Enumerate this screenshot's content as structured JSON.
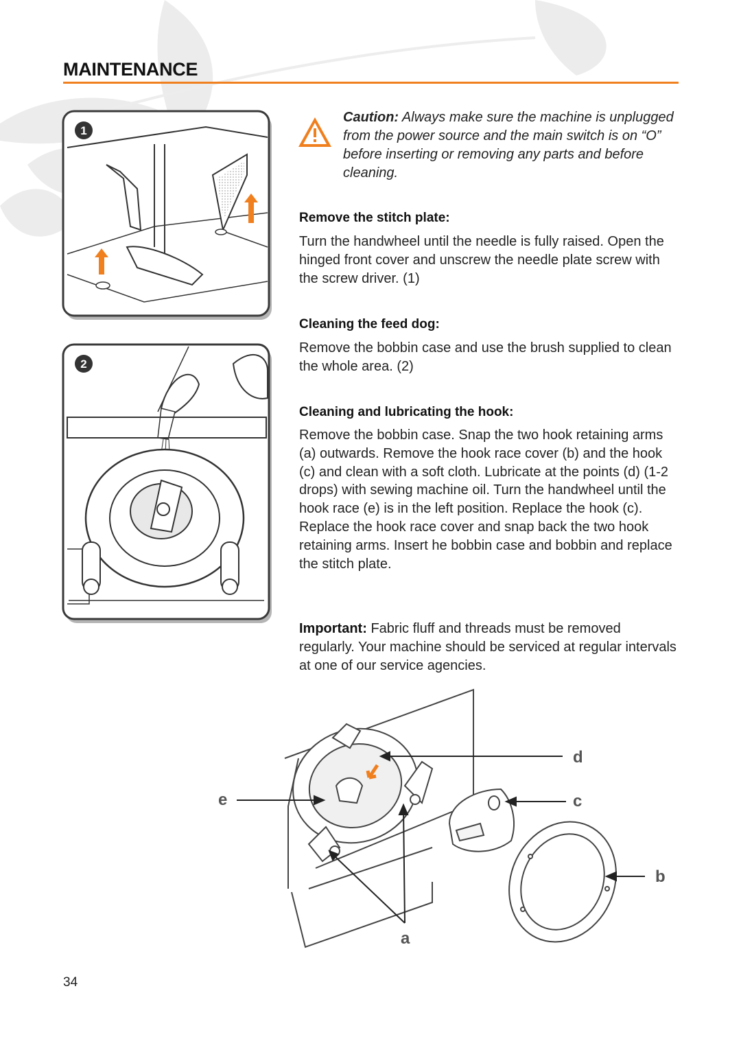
{
  "page": {
    "title": "MAINTENANCE",
    "page_number": "34"
  },
  "colors": {
    "accent": "#f07f1e",
    "text": "#222222",
    "leaf_background": "#ececec"
  },
  "caution": {
    "icon": "warning-triangle-icon",
    "label": "Caution:",
    "text": "Always make sure the machine is unplugged from the power source and the main switch is on “O” before inserting or removing any parts and before cleaning."
  },
  "sections": [
    {
      "heading": "Remove the stitch plate:",
      "body": "Turn the handwheel until the needle is fully raised. Open the hinged front cover and unscrew the needle plate screw with the screw driver. (1)"
    },
    {
      "heading": "Cleaning the feed dog:",
      "body": "Remove the bobbin case and use the brush supplied to clean the whole area. (2)"
    },
    {
      "heading": "Cleaning and lubricating the hook:",
      "body": "Remove the bobbin case. Snap the two hook retaining arms (a) outwards. Remove the hook race cover (b) and the hook (c) and clean with a soft cloth. Lubricate at the points (d) (1-2 drops) with sewing machine oil. Turn the handwheel until the hook race (e) is in the left position. Replace the hook (c). Replace the hook race cover and snap back the two hook retaining arms. Insert he bobbin case and bobbin and replace the stitch plate."
    }
  ],
  "important": {
    "label": "Important:",
    "text": "Fabric fluff and threads must be removed regularly. Your machine should be serviced at regular intervals at one of our service agencies."
  },
  "figures": {
    "fig1_badge": "1",
    "fig2_badge": "2",
    "hook_labels": {
      "a": "a",
      "b": "b",
      "c": "c",
      "d": "d",
      "e": "e"
    }
  }
}
